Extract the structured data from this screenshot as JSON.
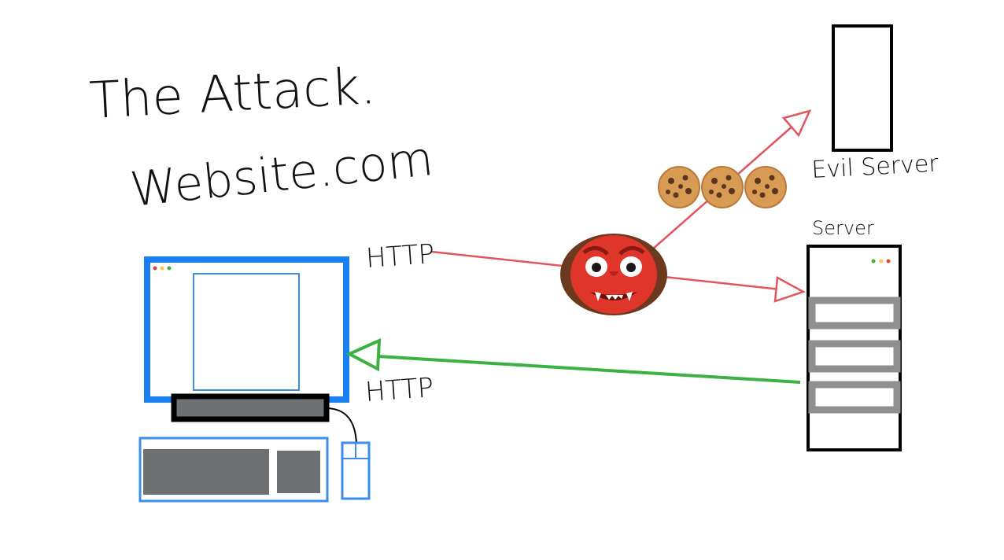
{
  "title": "The Attack.",
  "site_label": "Website.com",
  "labels": {
    "http_request": "HTTP",
    "http_response": "HTTP",
    "server": "Server",
    "evil_server": "Evil Server"
  },
  "icons": {
    "attacker": "demon-mask-icon",
    "cookie": "cookie-icon",
    "cookie_count": 3
  },
  "colors": {
    "request_arrow": "#e05560",
    "response_arrow": "#3cb043",
    "monitor_frame": "#1a7ff0",
    "keyboard_outline": "#3a8ee6",
    "server_slot": "#8f8f8f"
  }
}
